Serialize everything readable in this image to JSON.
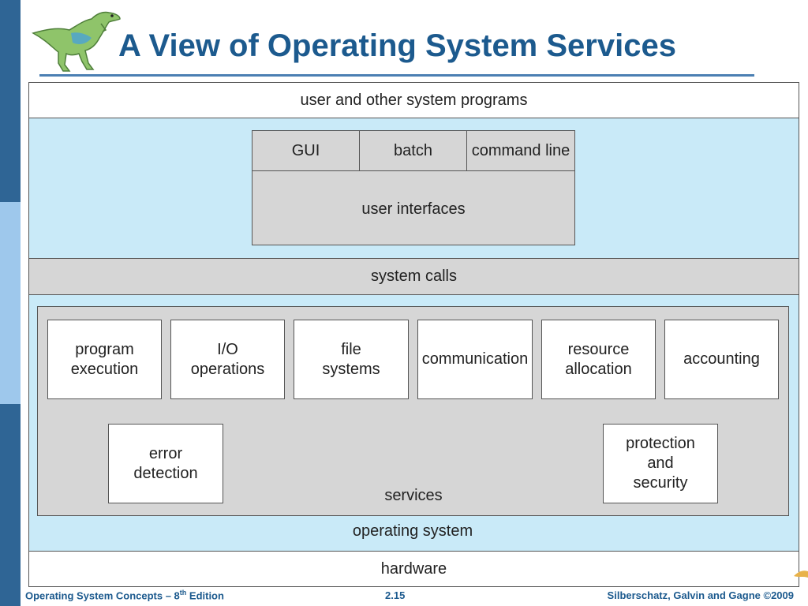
{
  "title": "A View of Operating System Services",
  "layers": {
    "user_programs": "user and other system programs",
    "system_calls": "system calls",
    "operating_system": "operating system",
    "hardware": "hardware"
  },
  "user_interfaces": {
    "label": "user interfaces",
    "items": [
      "GUI",
      "batch",
      "command line"
    ]
  },
  "services": {
    "label": "services",
    "items": [
      "program\nexecution",
      "I/O\noperations",
      "file\nsystems",
      "communication",
      "resource\nallocation",
      "accounting",
      "error\ndetection",
      "protection\nand\nsecurity"
    ]
  },
  "footer": {
    "left_prefix": "Operating System Concepts – 8",
    "left_sup": "th",
    "left_suffix": " Edition",
    "center": "2.15",
    "right": "Silberschatz, Galvin and Gagne ©2009"
  },
  "colors": {
    "title": "#1c5a8e",
    "sidebar": "#2f6595",
    "layer_blue": "#c9eaf8",
    "box_gray": "#d6d6d6"
  }
}
